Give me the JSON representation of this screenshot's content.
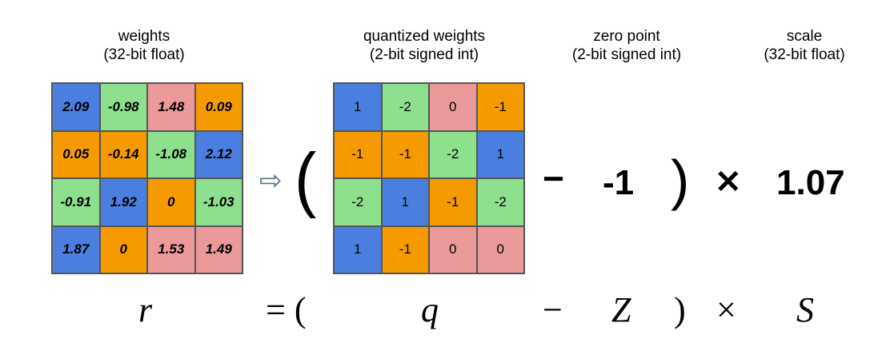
{
  "headers": {
    "weights": {
      "line1": "weights",
      "line2": "(32-bit float)"
    },
    "quantized": {
      "line1": "quantized weights",
      "line2": "(2-bit signed int)"
    },
    "zero_point": {
      "line1": "zero point",
      "line2": "(2-bit signed int)"
    },
    "scale": {
      "line1": "scale",
      "line2": "(32-bit float)"
    }
  },
  "weights_matrix": [
    [
      {
        "v": "2.09",
        "c": "blue"
      },
      {
        "v": "-0.98",
        "c": "green"
      },
      {
        "v": "1.48",
        "c": "pink"
      },
      {
        "v": "0.09",
        "c": "orange"
      }
    ],
    [
      {
        "v": "0.05",
        "c": "orange"
      },
      {
        "v": "-0.14",
        "c": "orange"
      },
      {
        "v": "-1.08",
        "c": "green"
      },
      {
        "v": "2.12",
        "c": "blue"
      }
    ],
    [
      {
        "v": "-0.91",
        "c": "green"
      },
      {
        "v": "1.92",
        "c": "blue"
      },
      {
        "v": "0",
        "c": "orange"
      },
      {
        "v": "-1.03",
        "c": "green"
      }
    ],
    [
      {
        "v": "1.87",
        "c": "blue"
      },
      {
        "v": "0",
        "c": "orange"
      },
      {
        "v": "1.53",
        "c": "pink"
      },
      {
        "v": "1.49",
        "c": "pink"
      }
    ]
  ],
  "quantized_matrix": [
    [
      {
        "v": "1",
        "c": "blue"
      },
      {
        "v": "-2",
        "c": "green"
      },
      {
        "v": "0",
        "c": "pink"
      },
      {
        "v": "-1",
        "c": "orange"
      }
    ],
    [
      {
        "v": "-1",
        "c": "orange"
      },
      {
        "v": "-1",
        "c": "orange"
      },
      {
        "v": "-2",
        "c": "green"
      },
      {
        "v": "1",
        "c": "blue"
      }
    ],
    [
      {
        "v": "-2",
        "c": "green"
      },
      {
        "v": "1",
        "c": "blue"
      },
      {
        "v": "-1",
        "c": "orange"
      },
      {
        "v": "-2",
        "c": "green"
      }
    ],
    [
      {
        "v": "1",
        "c": "blue"
      },
      {
        "v": "-1",
        "c": "orange"
      },
      {
        "v": "0",
        "c": "pink"
      },
      {
        "v": "0",
        "c": "pink"
      }
    ]
  ],
  "equation": {
    "arrow": "⇨",
    "open_paren": "(",
    "minus": "−",
    "zero_point_value": "-1",
    "close_paren": ")",
    "times": "✕",
    "scale_value": "1.07"
  },
  "formula": {
    "r": "r",
    "eq_paren": "= (",
    "q": "q",
    "minus": "−",
    "Z": "Z",
    "close_paren": ")",
    "times": "×",
    "S": "S"
  },
  "colors": {
    "blue": "#4a7fe0",
    "green": "#8ee08e",
    "pink": "#eb999a",
    "orange": "#f59b00"
  }
}
